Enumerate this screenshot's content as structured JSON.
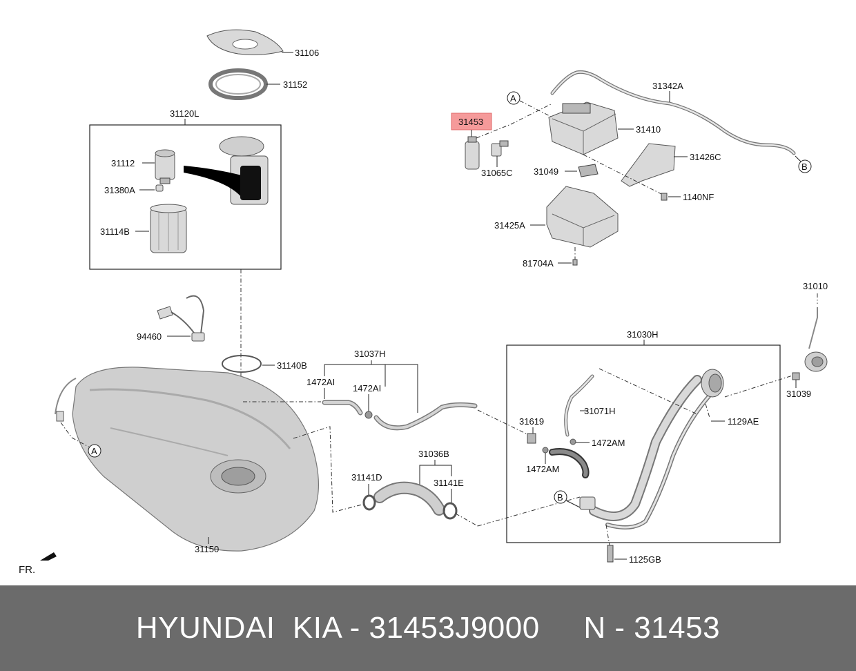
{
  "labels": {
    "p31106": "31106",
    "p31152": "31152",
    "p31120L": "31120L",
    "p31112": "31112",
    "p31380A": "31380A",
    "p31114B": "31114B",
    "p94460": "94460",
    "p31140B": "31140B",
    "p31150": "31150",
    "p31453": "31453",
    "p31065C": "31065C",
    "p31342A": "31342A",
    "p31410": "31410",
    "p31049": "31049",
    "p31426C": "31426C",
    "p1140NF": "1140NF",
    "p31425A": "31425A",
    "p81704A": "81704A",
    "p31010": "31010",
    "p31030H": "31030H",
    "p31039": "31039",
    "p1129AE": "1129AE",
    "p31071H": "31071H",
    "p31619": "31619",
    "p1472AM_a": "1472AM",
    "p1472AM_b": "1472AM",
    "p1125GB": "1125GB",
    "p31037H": "31037H",
    "p1472AI_a": "1472AI",
    "p1472AI_b": "1472AI",
    "p31036B": "31036B",
    "p31141D": "31141D",
    "p31141E": "31141E"
  },
  "refs": {
    "a_top": "A",
    "a_bottom": "A",
    "b_top": "B",
    "b_bottom": "B"
  },
  "front_marker": "FR.",
  "footer_text": "HYUNDAI  KIA - 31453J9000     N - 31453",
  "colors": {
    "highlight": "#f59a9a",
    "footer_bg": "#6b6b6b",
    "footer_text": "#ffffff"
  }
}
